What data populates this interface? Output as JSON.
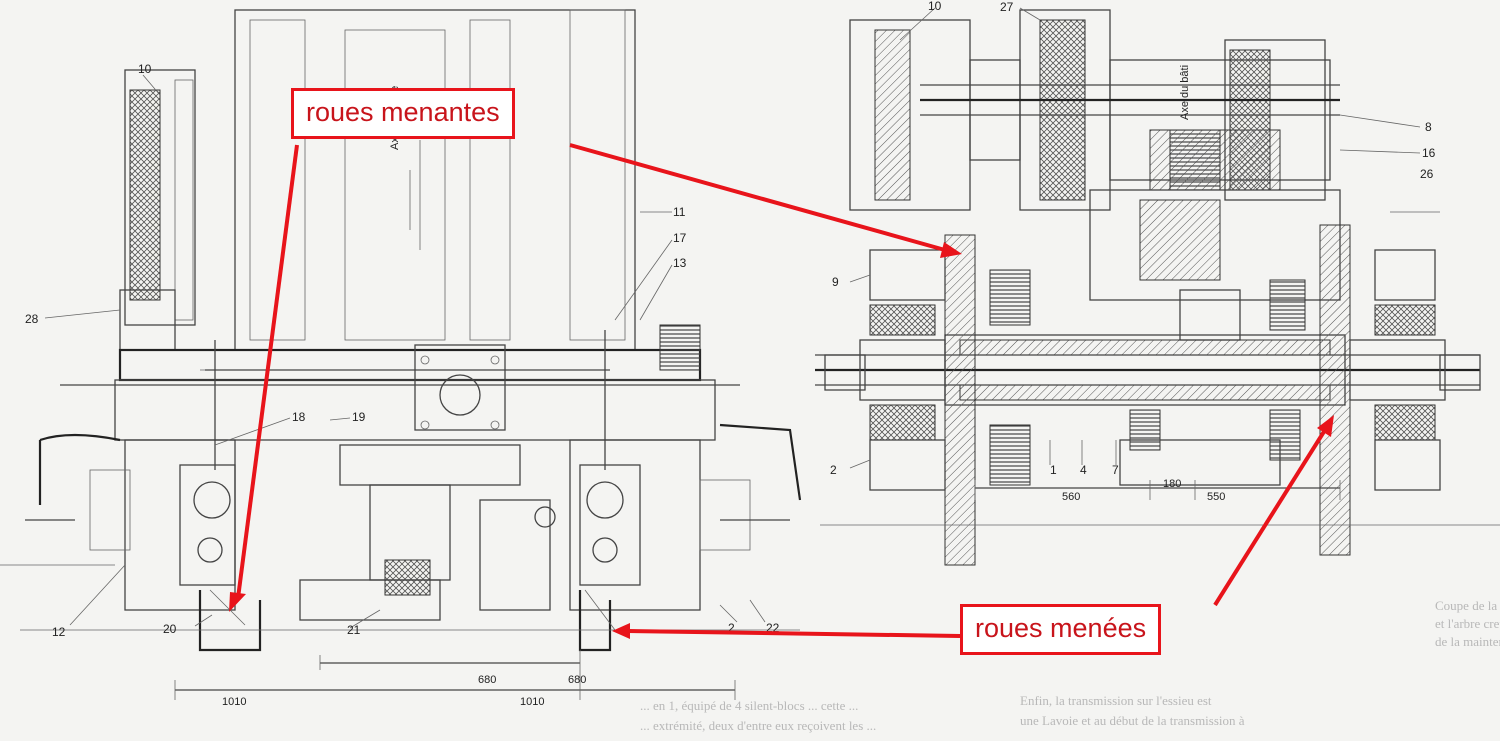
{
  "labels": {
    "driving_wheels": "roues menantes",
    "driven_wheels": "roues menées"
  },
  "colors": {
    "annotation": "#e8141b",
    "drawing": "#333333",
    "paper": "#f4f4f2"
  },
  "part_numbers_left": [
    "10",
    "28",
    "11",
    "17",
    "13",
    "18",
    "19",
    "12",
    "20",
    "21",
    "2",
    "22"
  ],
  "part_numbers_right": [
    "10",
    "27",
    "9",
    "8",
    "16",
    "26",
    "2",
    "1",
    "4",
    "7"
  ],
  "dimensions": {
    "d560": "560",
    "d180": "180",
    "d550": "550",
    "d680a": "680",
    "d680b": "680",
    "d1010a": "1010",
    "d1010b": "1010"
  },
  "axis_labels": {
    "bogie": "Axe du bogie",
    "box": "Axe du bâti"
  },
  "background_text": {
    "c1": "Coupe de la transmission",
    "c2": "et l'arbre creux.",
    "c3": "de la maintenance du",
    "c4": "Enfin, la transmission sur l'essieu est",
    "c5": "une Lavoie et au début de la transmission à",
    "c6": "... en 1, équipé de 4 silent-blocs ... cette ...",
    "c7": "... extrémité, deux d'entre eux reçoivent les ..."
  }
}
